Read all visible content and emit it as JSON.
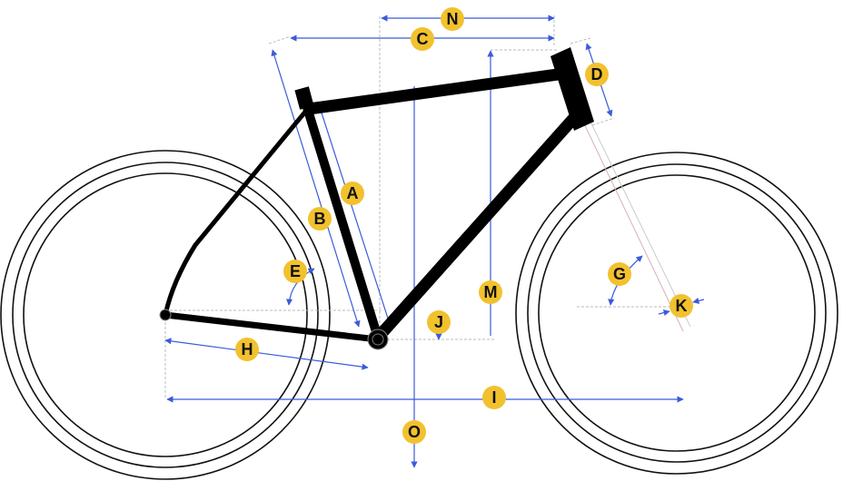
{
  "colors": {
    "label_fill": "#f2c12e",
    "dimension_line": "#3b5bdb",
    "frame": "#000000"
  },
  "labels": {
    "A": "A",
    "B": "B",
    "C": "C",
    "D": "D",
    "E": "E",
    "G": "G",
    "H": "H",
    "I": "I",
    "J": "J",
    "K": "K",
    "M": "M",
    "N": "N",
    "O": "O"
  }
}
